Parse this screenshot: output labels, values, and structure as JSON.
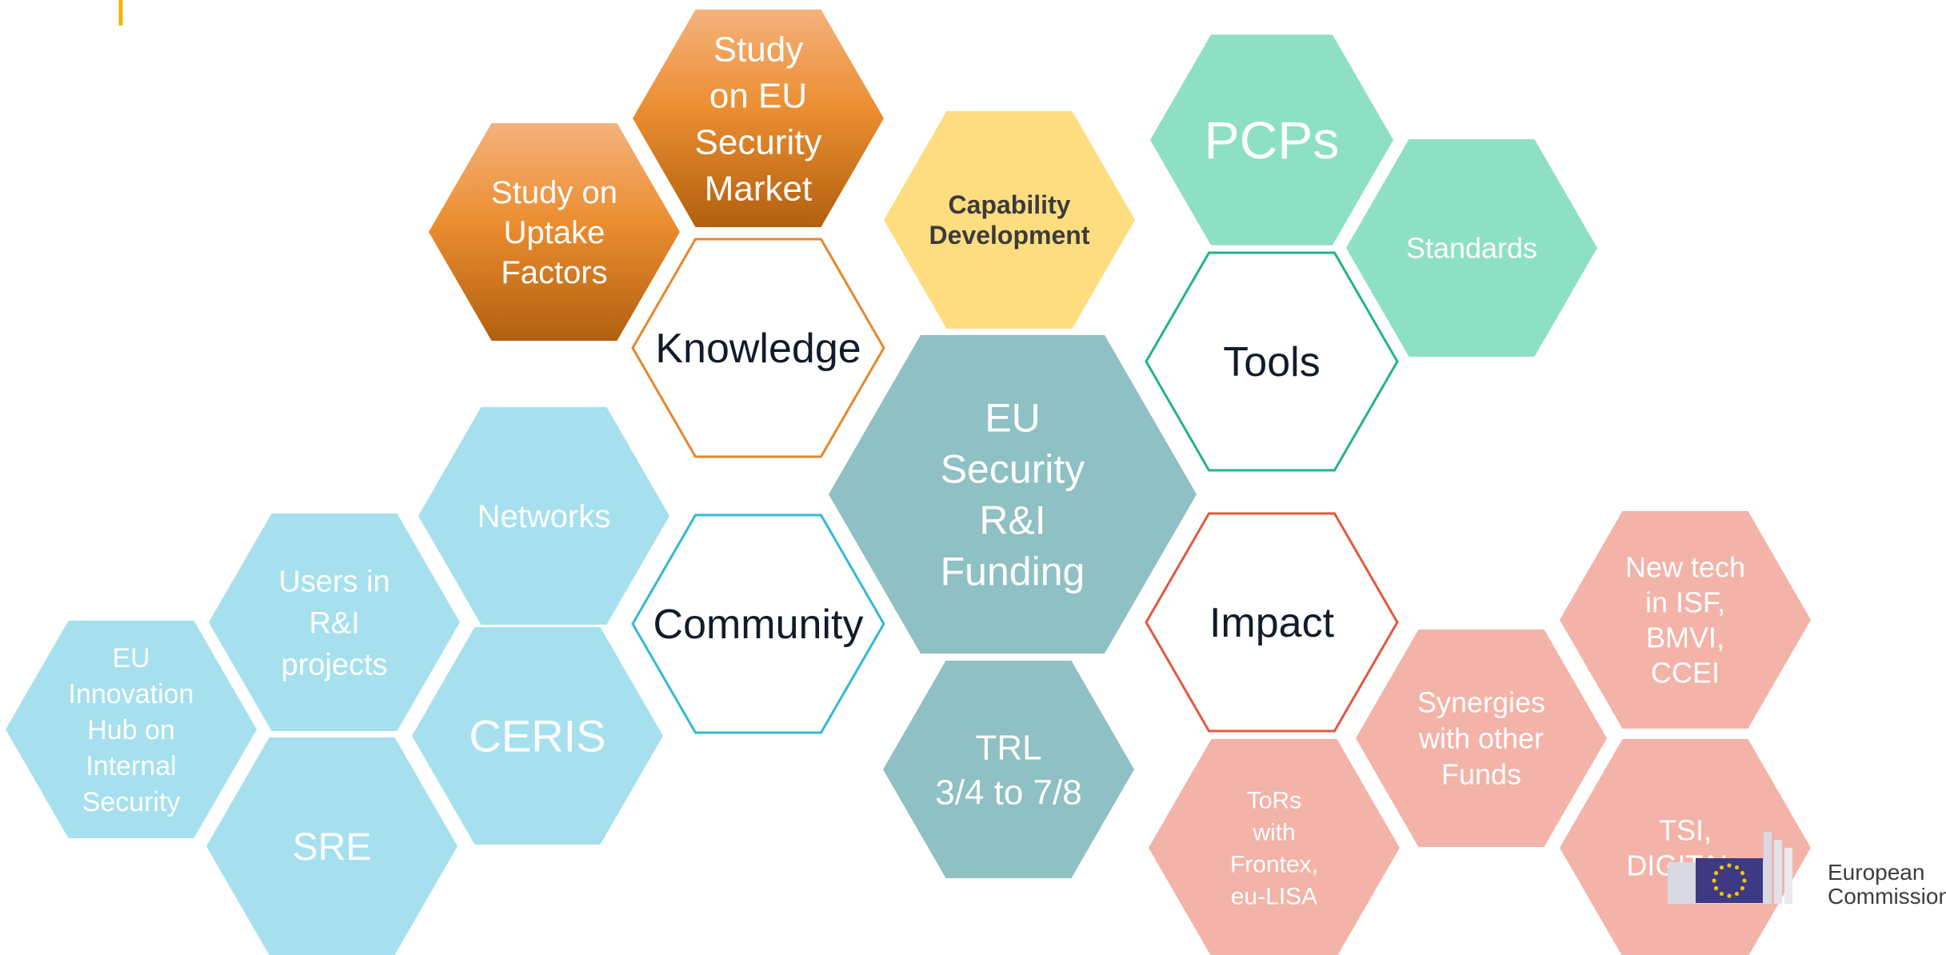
{
  "hexagons": [
    {
      "key": "study-market",
      "lines": [
        "Study",
        "on EU",
        "Security",
        "Market"
      ],
      "fill": "orange"
    },
    {
      "key": "study-uptake",
      "lines": [
        "Study on",
        "Uptake",
        "Factors"
      ],
      "fill": "orange"
    },
    {
      "key": "knowledge",
      "lines": [
        "Knowledge"
      ],
      "stroke": "#e8862a"
    },
    {
      "key": "capability",
      "lines": [
        "Capability",
        "Development"
      ],
      "fill": "#fedd80"
    },
    {
      "key": "pcps",
      "lines": [
        "PCPs"
      ],
      "fill": "#8ee0c4"
    },
    {
      "key": "standards",
      "lines": [
        "Standards"
      ],
      "fill": "#8ee0c4"
    },
    {
      "key": "tools",
      "lines": [
        "Tools"
      ],
      "stroke": "#22b38a"
    },
    {
      "key": "eu-funding",
      "lines": [
        "EU",
        "Security",
        "R&I",
        "Funding"
      ],
      "fill": "#8fc0c3"
    },
    {
      "key": "trl",
      "lines": [
        "TRL",
        "3/4 to 7/8"
      ],
      "fill": "#8fc0c3"
    },
    {
      "key": "networks",
      "lines": [
        "Networks"
      ],
      "fill": "#a6e0ee"
    },
    {
      "key": "users",
      "lines": [
        "Users in",
        "R&I",
        "projects"
      ],
      "fill": "#a6e0ee"
    },
    {
      "key": "ceris",
      "lines": [
        "CERIS"
      ],
      "fill": "#a6e0ee"
    },
    {
      "key": "innovation-hub",
      "lines": [
        "EU",
        "Innovation",
        "Hub on",
        "Internal",
        "Security"
      ],
      "fill": "#a6e0ee"
    },
    {
      "key": "sre",
      "lines": [
        "SRE"
      ],
      "fill": "#a6e0ee"
    },
    {
      "key": "community",
      "lines": [
        "Community"
      ],
      "stroke": "#33b8d6"
    },
    {
      "key": "impact",
      "lines": [
        "Impact"
      ],
      "stroke": "#e4573d"
    },
    {
      "key": "new-tech",
      "lines": [
        "New tech",
        "in ISF,",
        "BMVI,",
        "CCEI"
      ],
      "fill": "#f3b3a8"
    },
    {
      "key": "synergies",
      "lines": [
        "Synergies",
        "with other",
        "Funds"
      ],
      "fill": "#f3b3a8"
    },
    {
      "key": "tors",
      "lines": [
        "ToRs",
        "with",
        "Frontex,",
        "eu-LISA"
      ],
      "fill": "#f3b3a8"
    },
    {
      "key": "tsi",
      "lines": [
        "TSI,",
        "DIGITAL,"
      ],
      "fill": "#f3b3a8"
    }
  ],
  "logo": {
    "line1": "European",
    "line2": "Commission"
  }
}
